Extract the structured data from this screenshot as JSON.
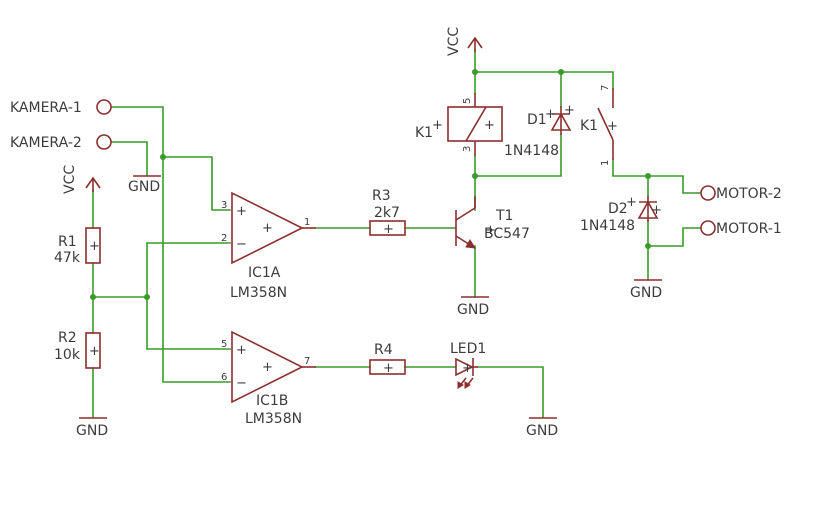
{
  "connectors": {
    "kamera1": "KAMERA-1",
    "kamera2": "KAMERA-2",
    "motor2": "MOTOR-2",
    "motor1": "MOTOR-1"
  },
  "supplies": {
    "vcc": "VCC",
    "gnd": "GND"
  },
  "components": {
    "r1": {
      "name": "R1",
      "value": "47k"
    },
    "r2": {
      "name": "R2",
      "value": "10k"
    },
    "r3": {
      "name": "R3",
      "value": "2k7"
    },
    "r4": {
      "name": "R4"
    },
    "ic1a": {
      "name": "IC1A",
      "value": "LM358N"
    },
    "ic1b": {
      "name": "IC1B",
      "value": "LM358N"
    },
    "t1": {
      "name": "T1",
      "value": "BC547"
    },
    "k1": {
      "name": "K1"
    },
    "d1": {
      "name": "D1",
      "value": "1N4148"
    },
    "d2": {
      "name": "D2",
      "value": "1N4148"
    },
    "led1": {
      "name": "LED1"
    }
  },
  "pins": {
    "ic1a_in_plus": "3",
    "ic1a_in_minus": "2",
    "ic1a_out": "1",
    "ic1b_in_plus": "5",
    "ic1b_in_minus": "6",
    "ic1b_out": "7",
    "k1_coil_top": "5",
    "k1_coil_bottom": "3",
    "k1_contact_top": "7",
    "k1_contact_bottom": "1"
  },
  "signs": {
    "plus": "+",
    "minus": "−"
  },
  "colors": {
    "wire": "#3a9a2a",
    "symbol": "#8b2e2e",
    "text": "#3c3c3c",
    "background": "#ffffff"
  }
}
